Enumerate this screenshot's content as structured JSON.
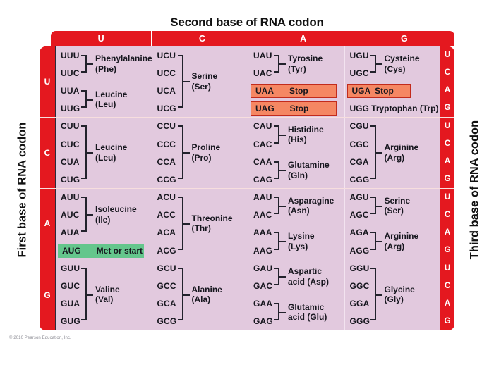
{
  "title": "Second base of RNA codon",
  "left_axis_label": "First base of RNA codon",
  "right_axis_label": "Third base of RNA codon",
  "copyright": "© 2010 Pearson Education, Inc.",
  "colors": {
    "red": "#e4181f",
    "cell_bg": "#e2c9de",
    "stop_bg": "#f58763",
    "stop_border": "#c22b1c",
    "start_bg": "#64c68c",
    "text": "#16161e",
    "header_text": "#ffffff"
  },
  "second_base_headers": [
    "U",
    "C",
    "A",
    "G"
  ],
  "third_base_letters": [
    "U",
    "C",
    "A",
    "G"
  ],
  "rows": [
    {
      "first_base": "U",
      "cells": [
        {
          "codons": [
            "UUU",
            "UUC",
            "UUA",
            "UUG"
          ],
          "groups": [
            {
              "span": [
                0,
                1
              ],
              "name_line1": "Phenylalanine",
              "name_line2": "(Phe)"
            },
            {
              "span": [
                2,
                3
              ],
              "name_line1": "Leucine",
              "name_line2": "(Leu)"
            }
          ],
          "highlights": []
        },
        {
          "codons": [
            "UCU",
            "UCC",
            "UCA",
            "UCG"
          ],
          "groups": [
            {
              "span": [
                0,
                3
              ],
              "name_line1": "Serine",
              "name_line2": "(Ser)"
            }
          ],
          "highlights": []
        },
        {
          "codons": [
            "UAU",
            "UAC"
          ],
          "groups": [
            {
              "span": [
                0,
                1
              ],
              "name_line1": "Tyrosine",
              "name_line2": "(Tyr)"
            }
          ],
          "highlights": [
            {
              "row": 2,
              "type": "stop",
              "codon": "UAA",
              "text": "Stop",
              "wide": true
            },
            {
              "row": 3,
              "type": "stop",
              "codon": "UAG",
              "text": "Stop",
              "wide": true
            }
          ]
        },
        {
          "codons": [
            "UGU",
            "UGC"
          ],
          "groups": [
            {
              "span": [
                0,
                1
              ],
              "name_line1": "Cysteine",
              "name_line2": "(Cys)"
            }
          ],
          "highlights": [
            {
              "row": 2,
              "type": "stop",
              "codon": "UGA",
              "text": "Stop",
              "wide": false
            }
          ],
          "plain_lines": [
            {
              "row": 3,
              "text": "UGG  Tryptophan (Trp)"
            }
          ]
        }
      ]
    },
    {
      "first_base": "C",
      "cells": [
        {
          "codons": [
            "CUU",
            "CUC",
            "CUA",
            "CUG"
          ],
          "groups": [
            {
              "span": [
                0,
                3
              ],
              "name_line1": "Leucine",
              "name_line2": "(Leu)"
            }
          ],
          "highlights": []
        },
        {
          "codons": [
            "CCU",
            "CCC",
            "CCA",
            "CCG"
          ],
          "groups": [
            {
              "span": [
                0,
                3
              ],
              "name_line1": "Proline",
              "name_line2": "(Pro)"
            }
          ],
          "highlights": []
        },
        {
          "codons": [
            "CAU",
            "CAC",
            "CAA",
            "CAG"
          ],
          "groups": [
            {
              "span": [
                0,
                1
              ],
              "name_line1": "Histidine",
              "name_line2": "(His)"
            },
            {
              "span": [
                2,
                3
              ],
              "name_line1": "Glutamine",
              "name_line2": "(Gln)"
            }
          ],
          "highlights": []
        },
        {
          "codons": [
            "CGU",
            "CGC",
            "CGA",
            "CGG"
          ],
          "groups": [
            {
              "span": [
                0,
                3
              ],
              "name_line1": "Arginine",
              "name_line2": "(Arg)"
            }
          ],
          "highlights": []
        }
      ]
    },
    {
      "first_base": "A",
      "cells": [
        {
          "codons": [
            "AUU",
            "AUC",
            "AUA"
          ],
          "groups": [
            {
              "span": [
                0,
                2
              ],
              "name_line1": "Isoleucine",
              "name_line2": "(Ile)"
            }
          ],
          "highlights": [
            {
              "row": 3,
              "type": "start",
              "codon": "AUG",
              "text": "Met or start",
              "wide": true
            }
          ]
        },
        {
          "codons": [
            "ACU",
            "ACC",
            "ACA",
            "ACG"
          ],
          "groups": [
            {
              "span": [
                0,
                3
              ],
              "name_line1": "Threonine",
              "name_line2": "(Thr)"
            }
          ],
          "highlights": []
        },
        {
          "codons": [
            "AAU",
            "AAC",
            "AAA",
            "AAG"
          ],
          "groups": [
            {
              "span": [
                0,
                1
              ],
              "name_line1": "Asparagine",
              "name_line2": "(Asn)"
            },
            {
              "span": [
                2,
                3
              ],
              "name_line1": "Lysine",
              "name_line2": "(Lys)"
            }
          ],
          "highlights": []
        },
        {
          "codons": [
            "AGU",
            "AGC",
            "AGA",
            "AGG"
          ],
          "groups": [
            {
              "span": [
                0,
                1
              ],
              "name_line1": "Serine",
              "name_line2": "(Ser)"
            },
            {
              "span": [
                2,
                3
              ],
              "name_line1": "Arginine",
              "name_line2": "(Arg)"
            }
          ],
          "highlights": []
        }
      ]
    },
    {
      "first_base": "G",
      "cells": [
        {
          "codons": [
            "GUU",
            "GUC",
            "GUA",
            "GUG"
          ],
          "groups": [
            {
              "span": [
                0,
                3
              ],
              "name_line1": "Valine",
              "name_line2": "(Val)"
            }
          ],
          "highlights": []
        },
        {
          "codons": [
            "GCU",
            "GCC",
            "GCA",
            "GCG"
          ],
          "groups": [
            {
              "span": [
                0,
                3
              ],
              "name_line1": "Alanine",
              "name_line2": "(Ala)"
            }
          ],
          "highlights": []
        },
        {
          "codons": [
            "GAU",
            "GAC",
            "GAA",
            "GAG"
          ],
          "groups": [
            {
              "span": [
                0,
                1
              ],
              "name_line1": "Aspartic",
              "name_line2": "acid (Asp)"
            },
            {
              "span": [
                2,
                3
              ],
              "name_line1": "Glutamic",
              "name_line2": "acid (Glu)"
            }
          ],
          "highlights": []
        },
        {
          "codons": [
            "GGU",
            "GGC",
            "GGA",
            "GGG"
          ],
          "groups": [
            {
              "span": [
                0,
                3
              ],
              "name_line1": "Glycine",
              "name_line2": "(Gly)"
            }
          ],
          "highlights": []
        }
      ]
    }
  ]
}
